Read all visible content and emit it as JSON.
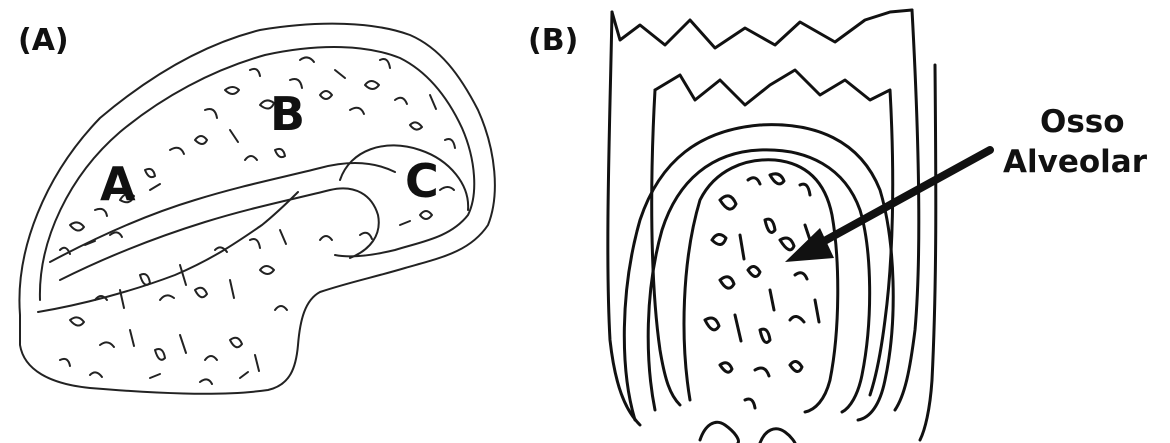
{
  "panel_a": {
    "label": "(A)",
    "regions": [
      "A",
      "B",
      "C"
    ]
  },
  "panel_b": {
    "label": "(B)",
    "annotation": {
      "line1": "Osso",
      "line2": "Alveolar"
    }
  }
}
